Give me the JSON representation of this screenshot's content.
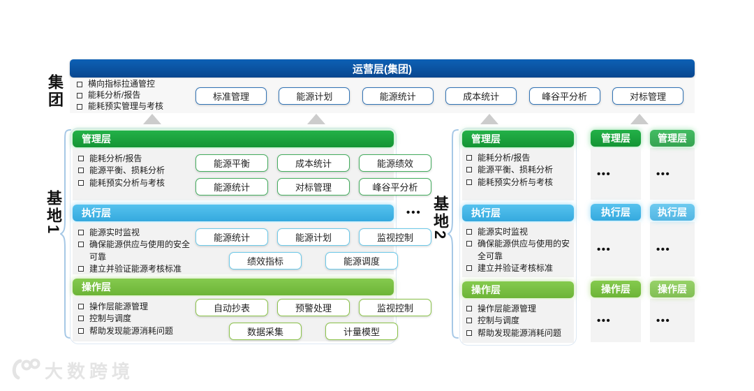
{
  "top": {
    "banner_label": "运营层(集团)",
    "bullets": [
      "横向指标拉通管控",
      "能耗分析/报告",
      "能耗预实管理与考核"
    ],
    "boxes": [
      "标准管理",
      "能源计划",
      "能源统计",
      "成本统计",
      "峰谷平分析",
      "对标管理"
    ]
  },
  "labels": {
    "group": "集团",
    "base1": "基地1",
    "base2": "基地2",
    "more": "•••"
  },
  "base1": {
    "sections": [
      {
        "title": "管理层",
        "bullets": [
          "能耗分析/报告",
          "能源平衡、损耗分析",
          "能耗预实分析与考核"
        ],
        "boxes": [
          "能源平衡",
          "成本统计",
          "能源绩效",
          "能源统计",
          "对标管理",
          "峰谷平分析"
        ]
      },
      {
        "title": "执行层",
        "bullets": [
          "能源实时监视",
          "确保能源供应与使用的安全可靠",
          "建立并验证能源考核标准"
        ],
        "boxes": [
          "能源统计",
          "能源计划",
          "监视控制",
          "绩效指标",
          "能源调度"
        ]
      },
      {
        "title": "操作层",
        "bullets": [
          "操作层能源管理",
          "控制与调度",
          "帮助发现能源消耗问题"
        ],
        "boxes": [
          "自动抄表",
          "预警处理",
          "监视控制",
          "数据采集",
          "计量模型"
        ]
      }
    ]
  },
  "base2": {
    "sections": [
      {
        "title": "管理层",
        "bullets": [
          "能耗分析/报告",
          "能源平衡、损耗分析",
          "能耗预实分析与考核"
        ]
      },
      {
        "title": "执行层",
        "bullets": [
          "能源实时监视",
          "确保能源供应与使用的安全可靠",
          "建立并验证考核标准"
        ]
      },
      {
        "title": "操作层",
        "bullets": [
          "操作层能源管理",
          "控制与调度",
          "帮助发现能源消耗问题"
        ]
      }
    ]
  },
  "right_columns": [
    {
      "rows": [
        {
          "label": "管理层",
          "content": "•••"
        },
        {
          "label": "执行层",
          "content": "•••"
        },
        {
          "label": "操作层",
          "content": "•••"
        }
      ]
    },
    {
      "rows": [
        {
          "label": "管理层",
          "content": "•••"
        },
        {
          "label": "执行层",
          "content": "•••"
        },
        {
          "label": "操作层",
          "content": "•••"
        }
      ]
    }
  ],
  "watermark": {
    "text": "大数跨境"
  },
  "colors": {
    "banner_blue": "#0a55a8",
    "management_green": "#17a53c",
    "execution_blue": "#44b7e9",
    "operation_green": "#79c142",
    "top_box_border": "#3173b5",
    "panel_body_gray": "#f2f2f2",
    "triangle_gray": "#cccccc",
    "brace_blue": "#a6c8e6"
  }
}
